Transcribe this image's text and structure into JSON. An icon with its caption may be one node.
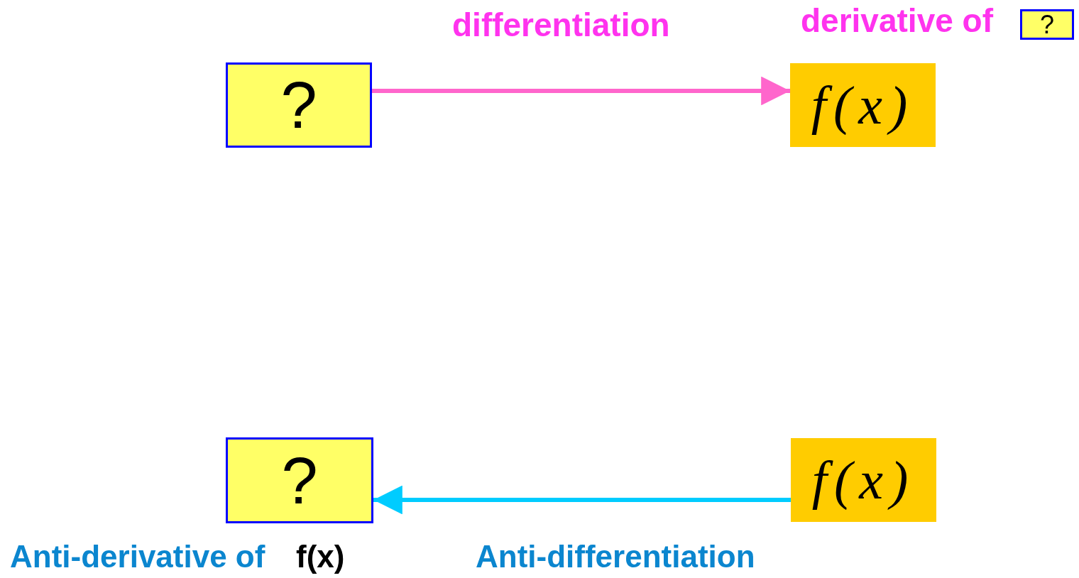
{
  "diagram": {
    "nodes": [
      {
        "text": [
          "?"
        ]
      },
      {
        "text": [
          "f(x)"
        ]
      },
      {
        "text": [
          "?"
        ],
        "beside": [
          "derivative of"
        ]
      },
      {
        "text": [
          "?"
        ],
        "beside": [
          "Anti-derivative of",
          "f(x)"
        ]
      },
      {
        "text": [
          "f(x)"
        ]
      }
    ],
    "edges": [
      {
        "from": 0,
        "to": 1,
        "arrow": "to",
        "label": "differentiation",
        "color": "#ff66cc"
      },
      {
        "from": 4,
        "to": 3,
        "arrow": "to",
        "label": "Anti-differentiation",
        "color": "#00ccff"
      }
    ]
  }
}
